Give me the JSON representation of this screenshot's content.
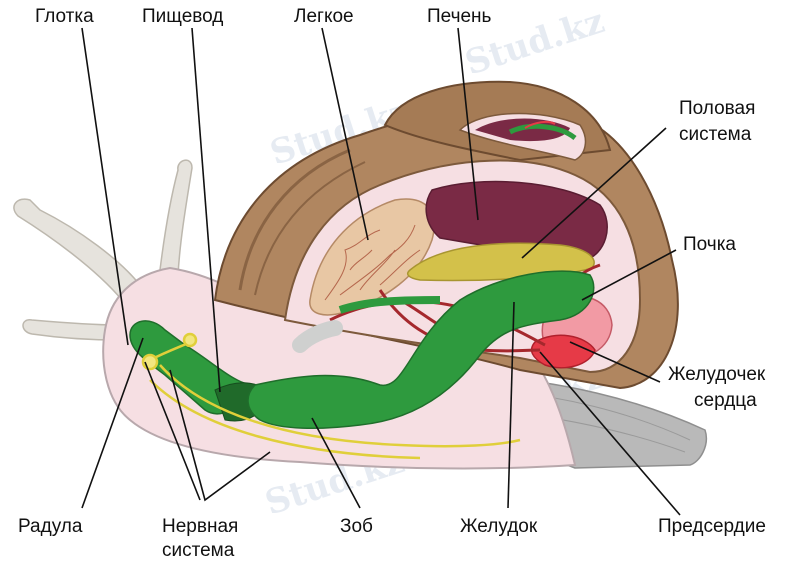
{
  "watermark": "Stud.kz",
  "colors": {
    "shell": "#b08660",
    "shell_dark": "#7d5a3c",
    "body": "#f6dfe3",
    "foot": "#b9b9b9",
    "digestive": "#2e9a3e",
    "liver": "#7a2a45",
    "reproductive": "#d3c14a",
    "heart": "#e63a47",
    "nerve": "#e0cf3a",
    "vessels": "#a5282d",
    "lung": "#e8c7a4"
  },
  "labels": {
    "pharynx": "Глотка",
    "esophagus": "Пищевод",
    "lung": "Легкое",
    "liver": "Печень",
    "reproductive_1": "Половая",
    "reproductive_2": "система",
    "kidney": "Почка",
    "ventricle_1": "Желудочек",
    "ventricle_2": "сердца",
    "atrium": "Предсердие",
    "stomach": "Желудок",
    "crop": "Зоб",
    "nervous_1": "Нервная",
    "nervous_2": "система",
    "radula": "Радула"
  }
}
